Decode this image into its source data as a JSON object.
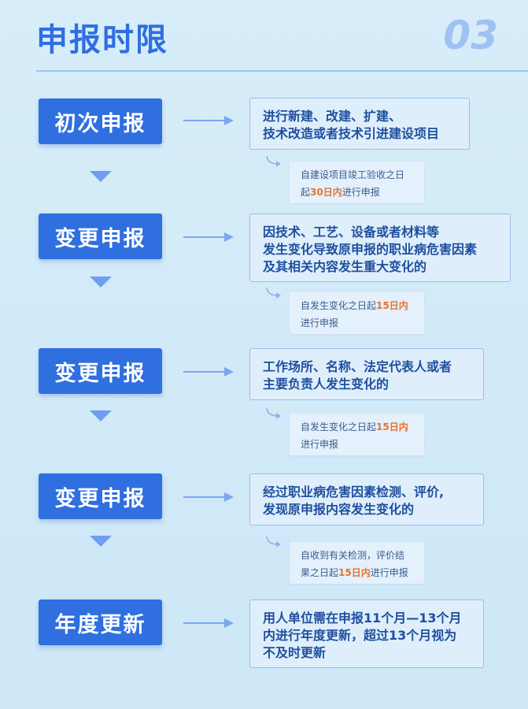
{
  "header": {
    "title": "申报时限",
    "number": "03"
  },
  "colors": {
    "primary": "#2f6fe0",
    "highlight": "#e8712c",
    "background": "#cfe8f7"
  },
  "steps": [
    {
      "label": "初次申报",
      "desc_lines": [
        "进行新建、改建、扩建、",
        "技术改造或者技术引进建设项目"
      ],
      "note": {
        "line1": "自建设项目竣工验收之日",
        "line2_pre": "起",
        "line2_hl": "30日内",
        "line2_post": "进行申报"
      }
    },
    {
      "label": "变更申报",
      "desc_lines": [
        "因技术、工艺、设备或者材料等",
        "发生变化导致原申报的职业病危害因素",
        "及其相关内容发生重大变化的"
      ],
      "note": {
        "line1_pre": "自发生变化之日起",
        "line1_hl": "15日内",
        "line2": "进行申报"
      }
    },
    {
      "label": "变更申报",
      "desc_lines": [
        "工作场所、名称、法定代表人或者",
        "主要负责人发生变化的"
      ],
      "note": {
        "line1_pre": "自发生变化之日起",
        "line1_hl": "15日内",
        "line2": "进行申报"
      }
    },
    {
      "label": "变更申报",
      "desc_lines": [
        "经过职业病危害因素检测、评价,",
        "发现原申报内容发生变化的"
      ],
      "note": {
        "line1": "自收到有关检测，评价结",
        "line2_pre": "果之日起",
        "line2_hl": "15日内",
        "line2_post": "进行申报"
      }
    },
    {
      "label": "年度更新",
      "desc_lines": [
        "用人单位需在申报11个月—13个月",
        "内进行年度更新，",
        "超过13个月视为",
        "不及时更新"
      ]
    }
  ]
}
